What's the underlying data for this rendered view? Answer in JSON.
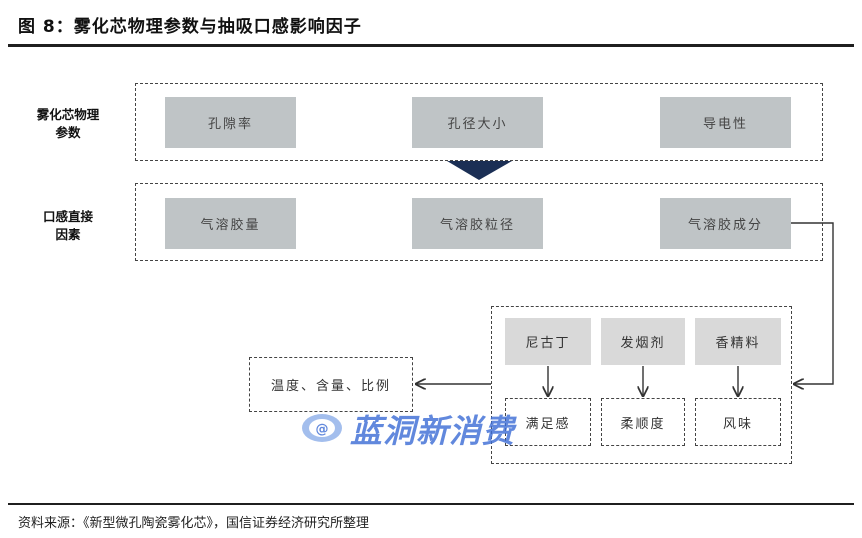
{
  "figure": {
    "title": "图 8：雾化芯物理参数与抽吸口感影响因子",
    "source": "资料来源：《新型微孔陶瓷雾化芯》，国信证券经济研究所整理"
  },
  "rows": {
    "physical_params": {
      "label": "雾化芯物理参数",
      "items": [
        "孔隙率",
        "孔径大小",
        "导电性"
      ]
    },
    "direct_factors": {
      "label": "口感直接因素",
      "items": [
        "气溶胶量",
        "气溶胶粒径",
        "气溶胶成分"
      ]
    }
  },
  "components": {
    "items": [
      "尼古丁",
      "发烟剂",
      "香精料"
    ],
    "feels": [
      "满足感",
      "柔顺度",
      "风味"
    ]
  },
  "info_box": {
    "label": "温度、含量、比例"
  },
  "watermark": {
    "text": "蓝洞新消费"
  },
  "colors": {
    "param_box": "#bfc4c6",
    "comp_box": "#d9d9d9",
    "arrow_fill": "#1b2f55",
    "watermark": "#3f6fd6"
  }
}
